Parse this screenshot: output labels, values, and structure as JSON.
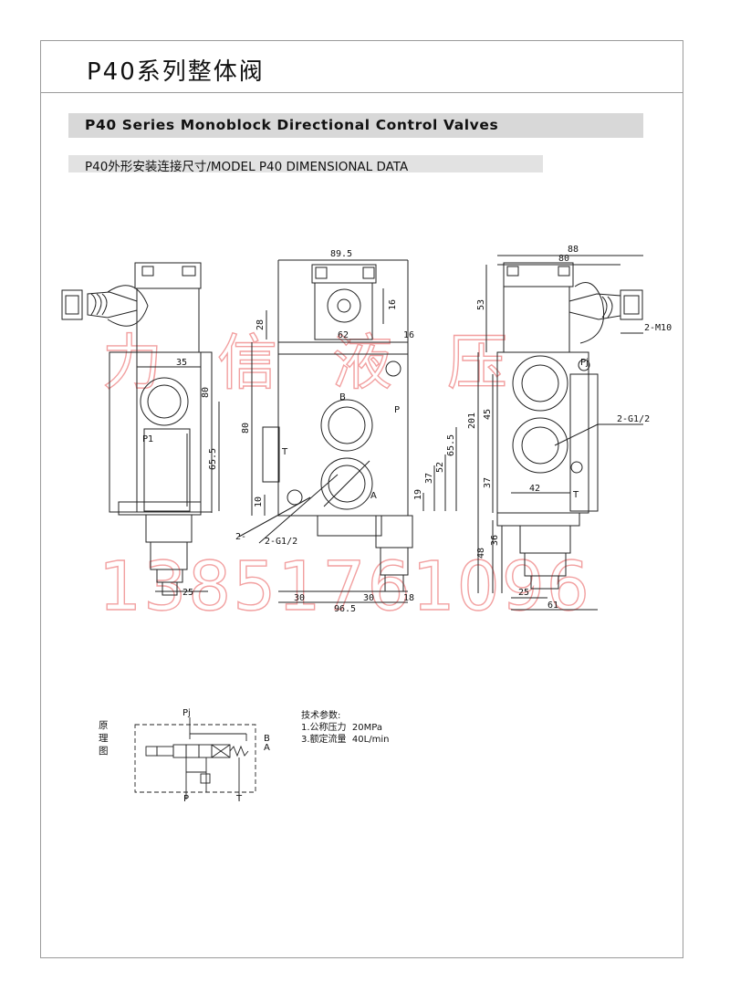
{
  "header": {
    "title": "P40系列整体阀",
    "subtitle_en": "P40 Series Monoblock Directional Control Valves",
    "section_title": "P40外形安装连接尺寸/MODEL P40 DIMENSIONAL DATA"
  },
  "watermark": {
    "company": "力信液压",
    "phone": "13851761096"
  },
  "views": {
    "left": {
      "dims": [
        "35",
        "80",
        "65.5",
        "25"
      ],
      "labels": [
        "P1"
      ]
    },
    "front": {
      "dims": [
        "89.5",
        "16",
        "28",
        "62",
        "16",
        "80",
        "65.5",
        "52",
        "37",
        "19",
        "10",
        "30",
        "96.5",
        "30",
        "18"
      ],
      "labels": [
        "B",
        "P",
        "T",
        "A",
        "2-G1/2",
        "2-"
      ]
    },
    "right": {
      "dims": [
        "88",
        "80",
        "53",
        "2-M10",
        "201",
        "45",
        "37",
        "42",
        "48",
        "36",
        "25",
        "61"
      ],
      "labels": [
        "Pj",
        "2-G1/2",
        "T"
      ]
    }
  },
  "schematic": {
    "caption": "原理图",
    "ports": [
      "Pj",
      "B",
      "A",
      "P",
      "T"
    ]
  },
  "specs": {
    "title": "技术参数:",
    "items": [
      {
        "label": "1.公称压力",
        "value": "20MPa"
      },
      {
        "label": "3.额定流量",
        "value": "40L/min"
      }
    ]
  }
}
